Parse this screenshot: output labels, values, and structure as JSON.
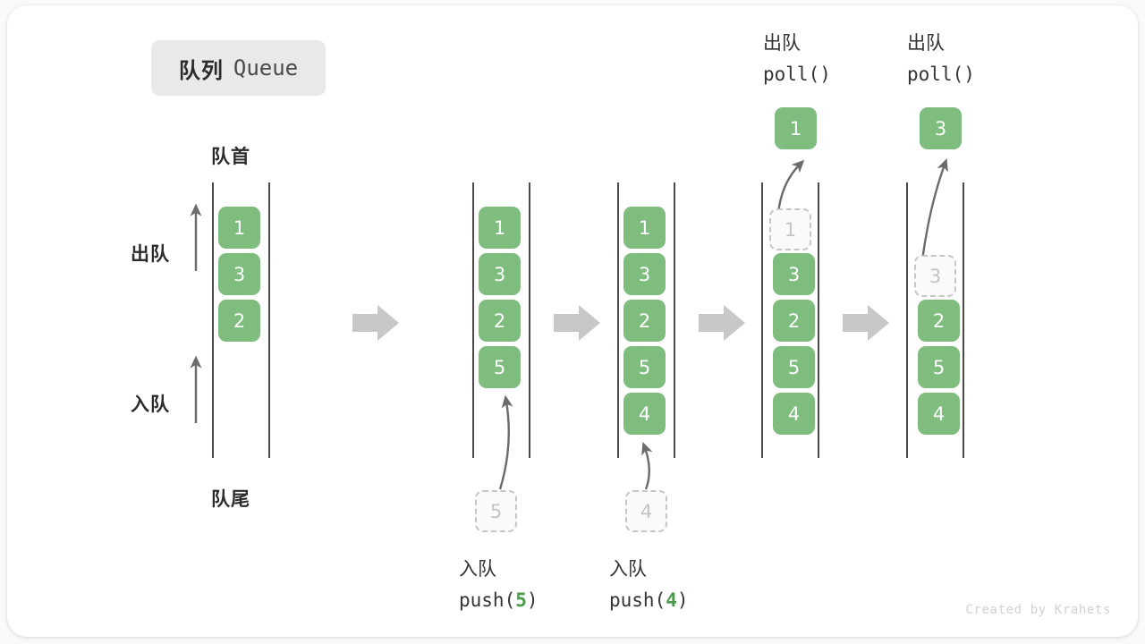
{
  "title": {
    "cn": "队列",
    "en": "Queue"
  },
  "side_labels": {
    "head": "队首",
    "tail": "队尾",
    "dequeue": "出队",
    "enqueue": "入队"
  },
  "watermark": "Created by Krahets",
  "colors": {
    "cell_green": "#7fbd7f",
    "cell_text": "#ffffff",
    "ghost_border": "#c6c6c6",
    "ghost_text": "#c4c4c4",
    "rail": "#4a4a4a",
    "flow_arrow": "#c8c8c8",
    "curve_arrow": "#6b6b6b",
    "badge_bg": "#e9e9e9",
    "arg_green": "#4a9a4a"
  },
  "columns": [
    {
      "id": "initial",
      "cells": [
        "1",
        "3",
        "2"
      ],
      "ghost_index": -1,
      "top_label": null,
      "bottom_label": null,
      "incoming": null,
      "popped": null
    },
    {
      "id": "after-push-5",
      "cells": [
        "1",
        "3",
        "2",
        "5"
      ],
      "ghost_index": -1,
      "top_label": null,
      "bottom_label": {
        "cn": "入队",
        "fn": "push(",
        "arg": "5",
        "fn_end": ")"
      },
      "incoming": "5",
      "popped": null
    },
    {
      "id": "after-push-4",
      "cells": [
        "1",
        "3",
        "2",
        "5",
        "4"
      ],
      "ghost_index": -1,
      "top_label": null,
      "bottom_label": {
        "cn": "入队",
        "fn": "push(",
        "arg": "4",
        "fn_end": ")"
      },
      "incoming": "4",
      "popped": null
    },
    {
      "id": "after-poll-1",
      "cells": [
        "1",
        "3",
        "2",
        "5",
        "4"
      ],
      "ghost_index": 0,
      "top_label": {
        "cn": "出队",
        "fn": "poll(",
        "arg": "",
        "fn_end": ")"
      },
      "bottom_label": null,
      "incoming": null,
      "popped": "1"
    },
    {
      "id": "after-poll-3",
      "cells": [
        "",
        "3",
        "2",
        "5",
        "4"
      ],
      "ghost_index": 1,
      "top_label": {
        "cn": "出队",
        "fn": "poll(",
        "arg": "",
        "fn_end": ")"
      },
      "bottom_label": null,
      "incoming": null,
      "popped": "3"
    }
  ],
  "flow_arrows": 4
}
